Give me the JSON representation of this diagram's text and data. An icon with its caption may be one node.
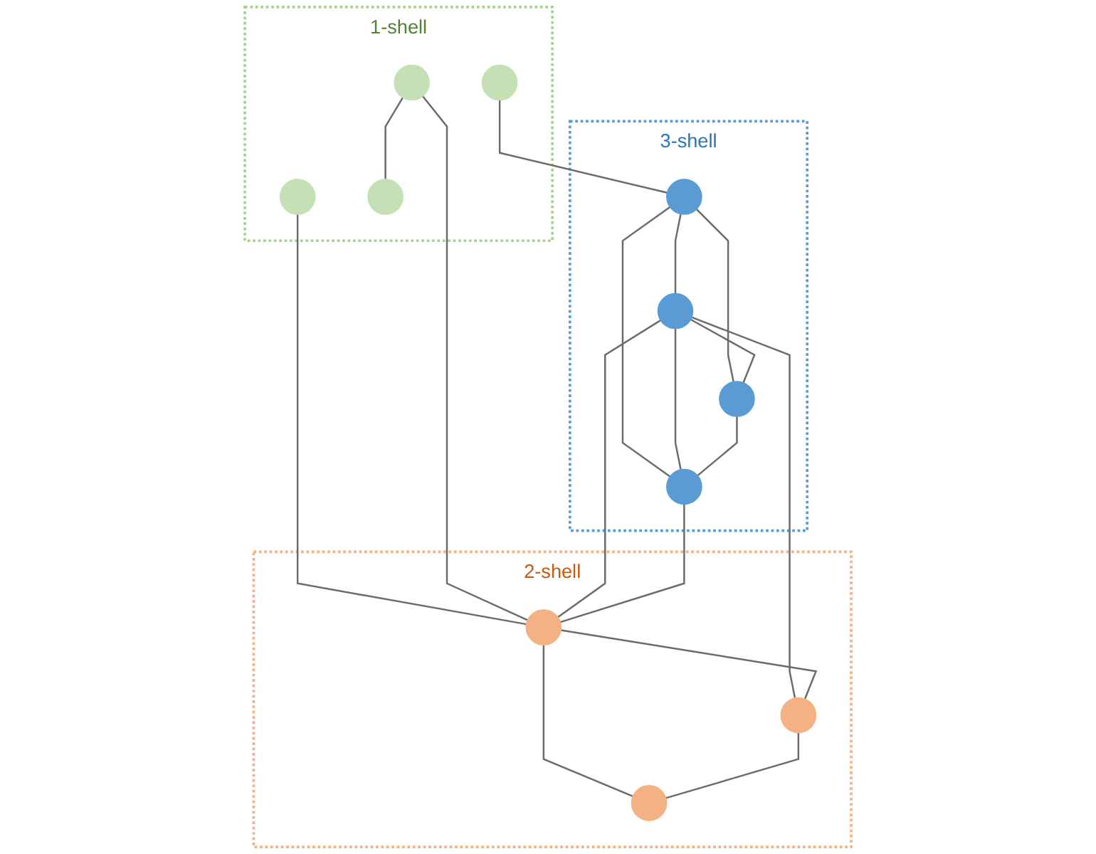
{
  "diagram": {
    "nodes": [
      {
        "text": [
          "1-shell"
        ]
      },
      {
        "text": [],
        "shape": "circle",
        "in": 0
      },
      {
        "text": [],
        "shape": "circle",
        "in": 0
      },
      {
        "text": [],
        "shape": "circle",
        "in": 0
      },
      {
        "text": [],
        "shape": "circle",
        "in": 0
      },
      {
        "text": [
          "3-shell"
        ]
      },
      {
        "text": [],
        "shape": "circle",
        "in": 5
      },
      {
        "text": [],
        "shape": "circle",
        "in": 5
      },
      {
        "text": [],
        "shape": "circle",
        "in": 5
      },
      {
        "text": [],
        "shape": "circle",
        "in": 5
      },
      {
        "text": [
          "2-shell"
        ]
      },
      {
        "text": [],
        "shape": "circle",
        "in": 10
      },
      {
        "text": [],
        "shape": "circle",
        "in": 10
      },
      {
        "text": [],
        "shape": "circle",
        "in": 10
      }
    ],
    "edges": [
      {
        "from": 3,
        "to": 4,
        "arrow": "none"
      },
      {
        "from": 1,
        "to": 6,
        "arrow": "none"
      },
      {
        "from": 2,
        "to": 11,
        "arrow": "none"
      },
      {
        "from": 3,
        "to": 11,
        "arrow": "none"
      },
      {
        "from": 6,
        "to": 7,
        "arrow": "none"
      },
      {
        "from": 6,
        "to": 8,
        "arrow": "none"
      },
      {
        "from": 6,
        "to": 9,
        "arrow": "none"
      },
      {
        "from": 7,
        "to": 8,
        "arrow": "none"
      },
      {
        "from": 7,
        "to": 9,
        "arrow": "none"
      },
      {
        "from": 8,
        "to": 9,
        "arrow": "none"
      },
      {
        "from": 7,
        "to": 11,
        "arrow": "none"
      },
      {
        "from": 7,
        "to": 13,
        "arrow": "none"
      },
      {
        "from": 9,
        "to": 11,
        "arrow": "none"
      },
      {
        "from": 11,
        "to": 12,
        "arrow": "none"
      },
      {
        "from": 11,
        "to": 13,
        "arrow": "none"
      },
      {
        "from": 13,
        "to": 12,
        "arrow": "none"
      }
    ]
  }
}
